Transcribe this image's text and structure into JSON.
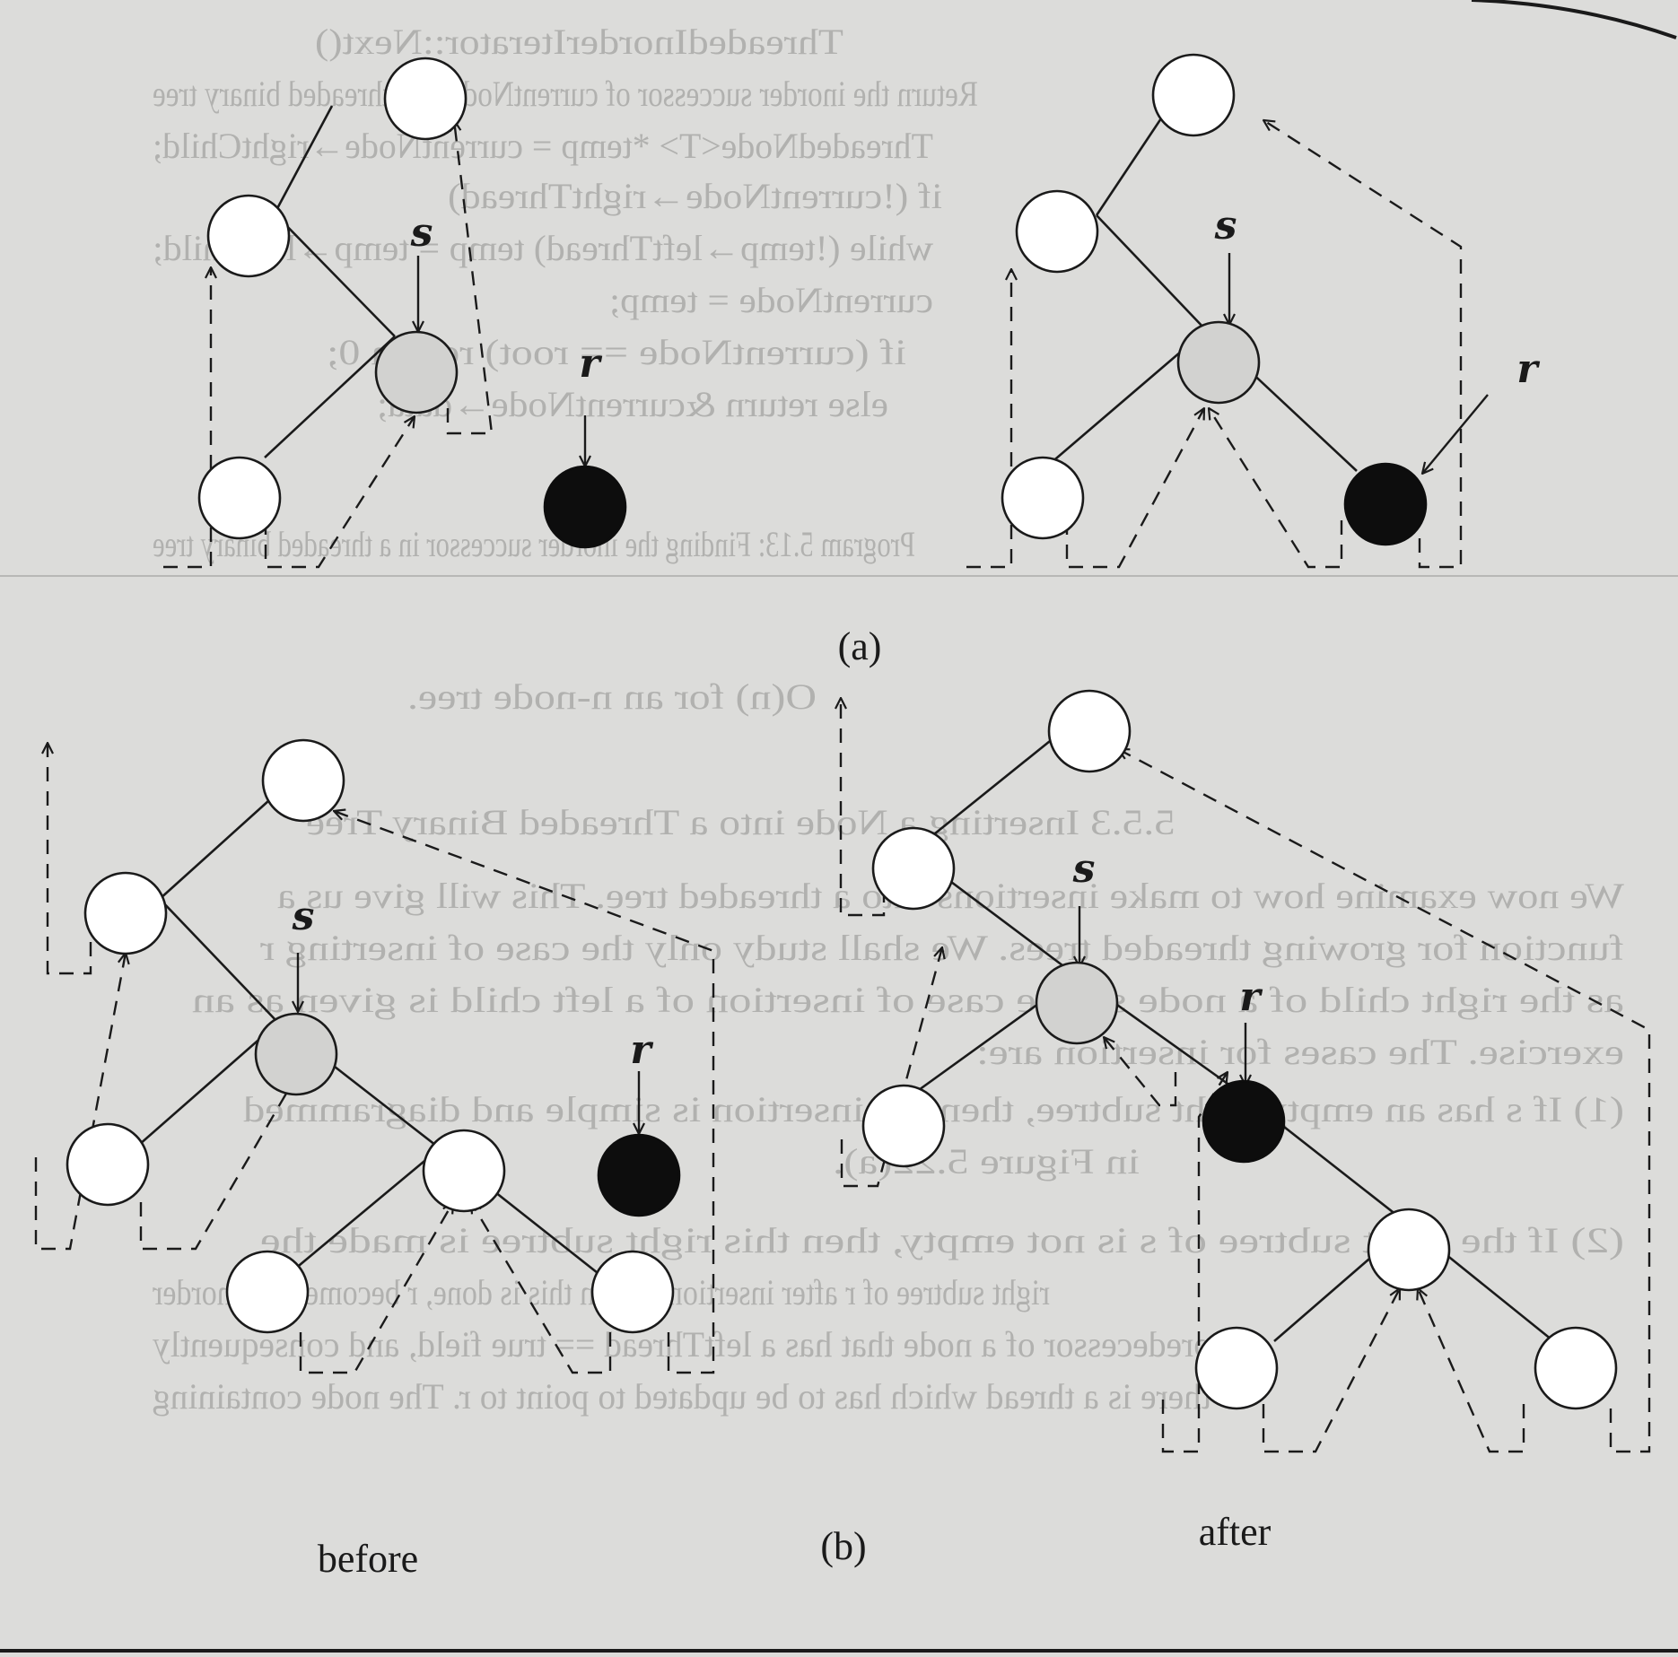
{
  "diagram": {
    "panel_a": {
      "label": "(a)",
      "before": {
        "s_label": "s",
        "r_label": "r"
      },
      "after": {
        "s_label": "s",
        "r_label": "r"
      }
    },
    "panel_b": {
      "label": "(b)",
      "before": {
        "caption": "before",
        "s_label": "s",
        "r_label": "r"
      },
      "after": {
        "caption": "after",
        "s_label": "s",
        "r_label": "r"
      }
    }
  },
  "bleed_through_text": [
    "ThreadedInorderIterator::Next()",
    "Return the inorder successor of currentNode in a threaded binary tree",
    "ThreadedNode<T> *temp = currentNode→rightChild;",
    "if (!currentNode→rightThread)",
    "while (!temp→leftThread) temp = temp→leftChild;",
    "currentNode = temp;",
    "if (currentNode == root) return 0;",
    "else return &currentNode→data;",
    "Program 5.13: Finding the inorder successor in a threaded binary tree",
    "O(n) for an n-node tree.",
    "5.5.3  Inserting a Node into a Threaded Binary Tree",
    "We now examine how to make insertions into a threaded tree. This will give us a",
    "function for growing threaded trees. We shall study only the case of inserting r",
    "as the right child of a node s. The case of insertion of a left child is given as an",
    "exercise. The cases for insertion are:",
    "(1)  If s has an empty right subtree, then the insertion is simple and diagrammed",
    "in Figure 5.22(a).",
    "(2)  If the right subtree of s is not empty, then this right subtree is made the",
    "right subtree of r after insertion. When this is done, r becomes the inorder",
    "predecessor of a node that has a leftThread == true field, and consequently",
    "there is a thread which has to be updated to point to r. The node containing"
  ],
  "colors": {
    "paper": "#dcdcda",
    "ink": "#1a1a1a",
    "node_fill": "#ffffff",
    "s_node_fill": "#d2d2d0",
    "r_node_fill": "#0d0d0d"
  }
}
